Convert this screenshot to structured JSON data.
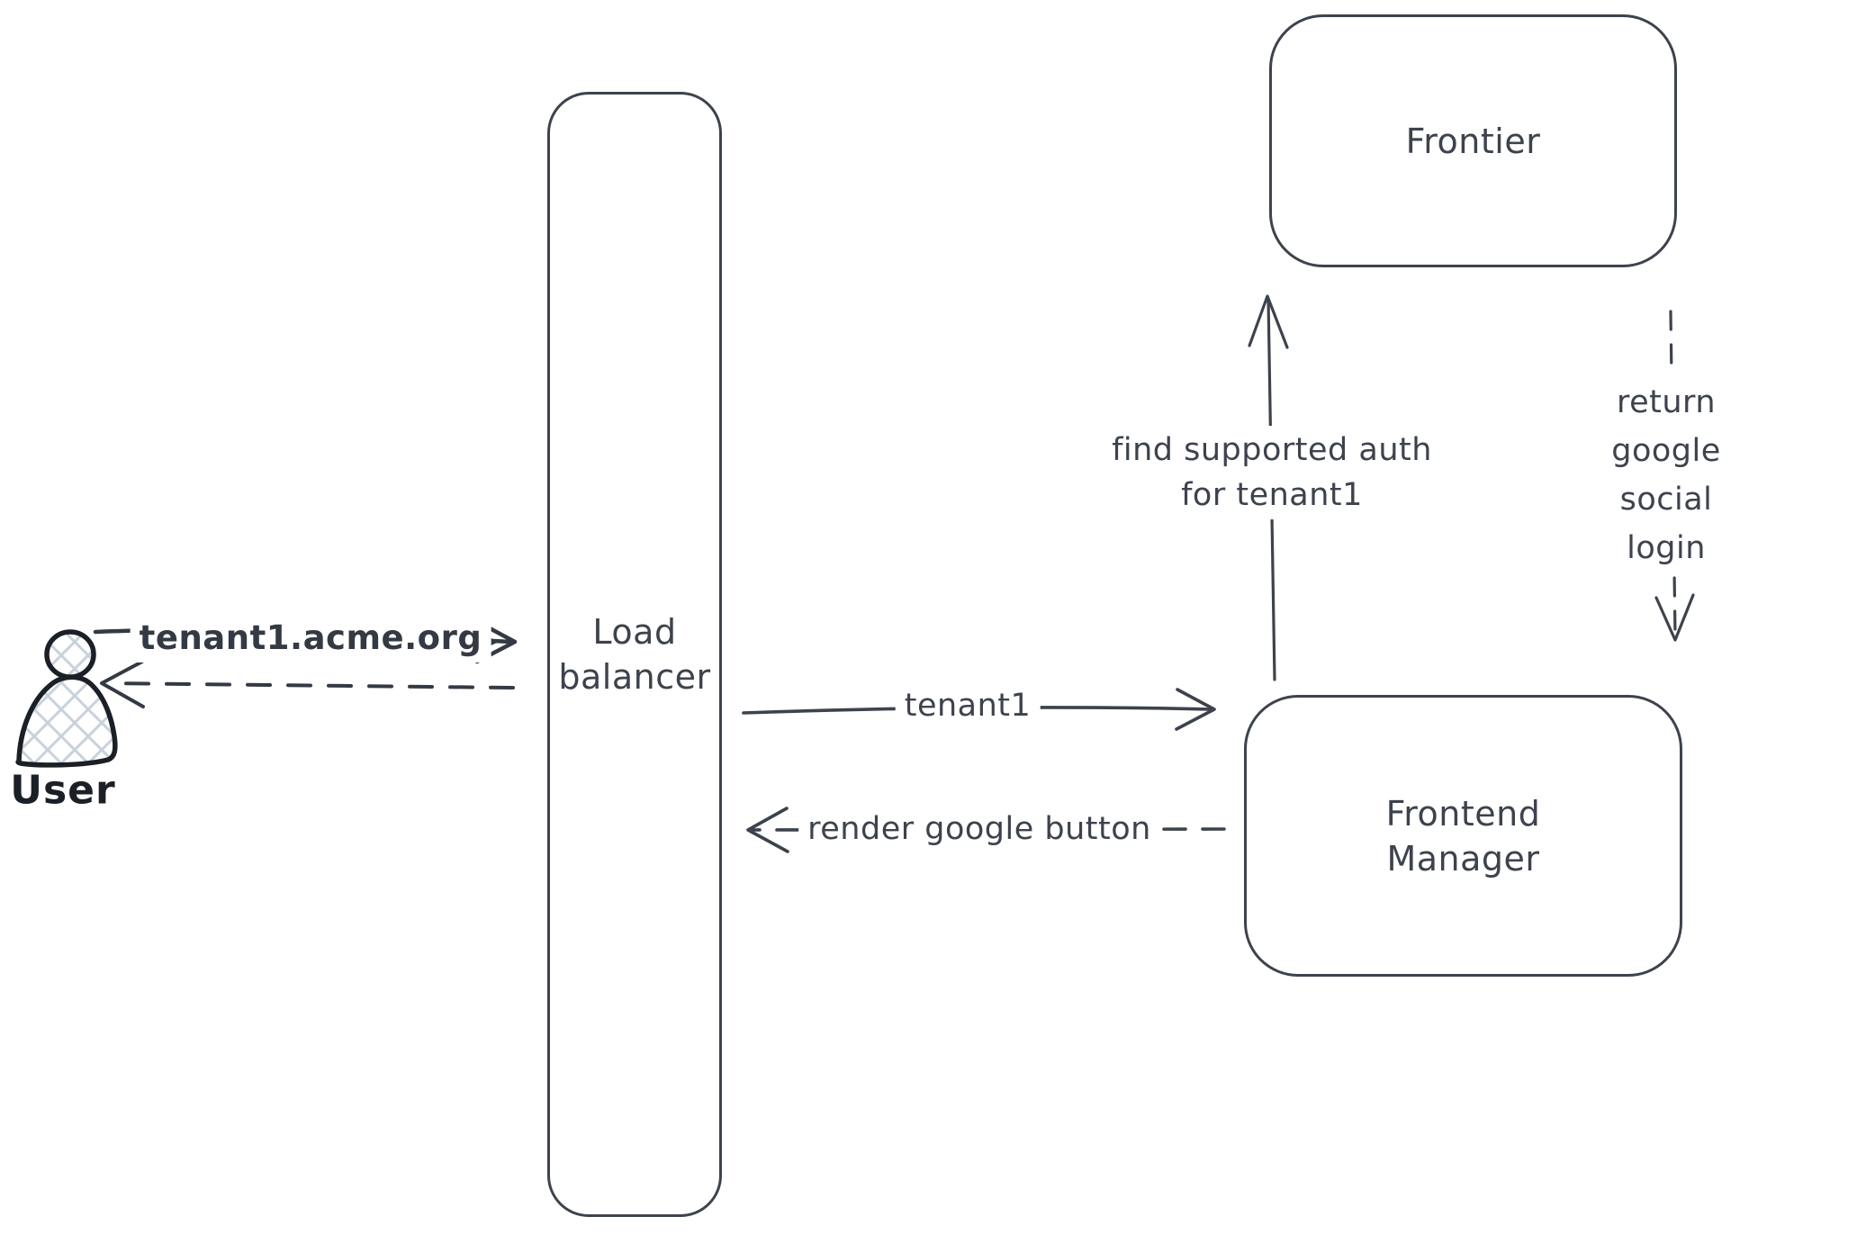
{
  "ink_color": "#3d434d",
  "actor_outline_color": "#1b1f26",
  "actor_hatch_color": "#c9d2dc",
  "background_color": "#ffffff",
  "diagram": {
    "actor": {
      "label": "User"
    },
    "nodes": {
      "load_balancer": {
        "label": "Load\nbalancer"
      },
      "frontier": {
        "label": "Frontier"
      },
      "frontend_manager": {
        "label": "Frontend\nManager"
      }
    },
    "edges": {
      "user_to_lb": {
        "label": "tenant1.acme.org",
        "style": "solid",
        "from": "User",
        "to": "Load balancer"
      },
      "lb_to_user": {
        "label": "",
        "style": "dashed",
        "from": "Load balancer",
        "to": "User"
      },
      "lb_to_fm": {
        "label": "tenant1",
        "style": "solid",
        "from": "Load balancer",
        "to": "Frontend Manager"
      },
      "fm_to_lb": {
        "label": "render google button",
        "style": "dashed",
        "from": "Frontend Manager",
        "to": "Load balancer"
      },
      "fm_to_frontier": {
        "label": "find supported auth\nfor tenant1",
        "style": "solid",
        "from": "Frontend Manager",
        "to": "Frontier"
      },
      "frontier_return": {
        "label": "return google social\nlogin",
        "style": "dashed",
        "from": "Frontier",
        "to": "Frontend Manager"
      }
    }
  }
}
